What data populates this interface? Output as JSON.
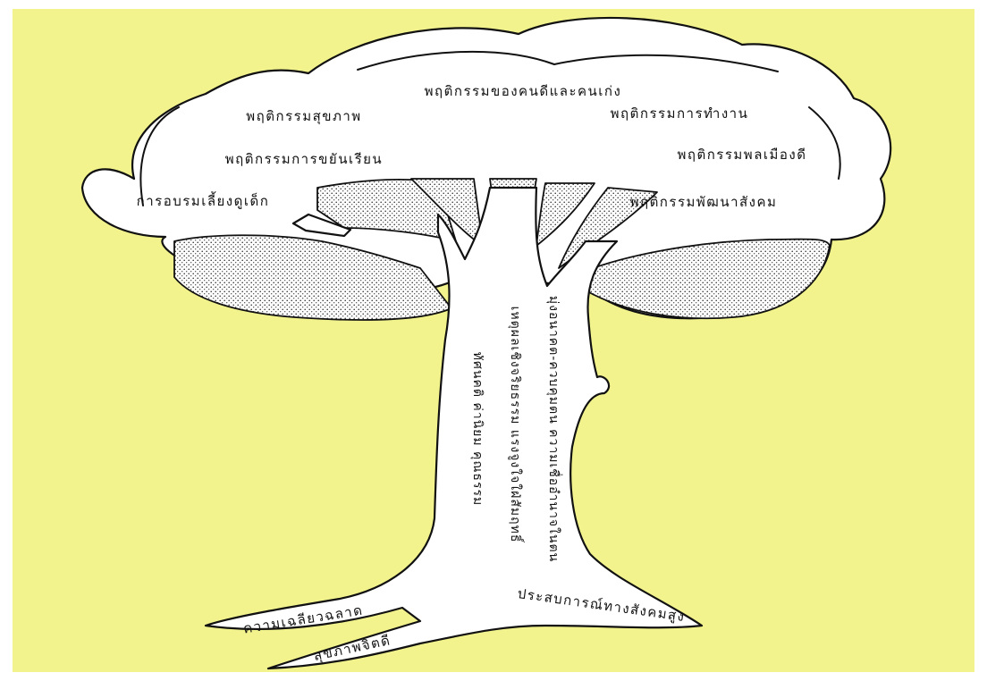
{
  "colors": {
    "background": "#f2f38d",
    "frame": "#ffffff",
    "ink": "#111111"
  },
  "canopy": {
    "top": "พฤติกรรมของคนดีและคนเก่ง",
    "left_1": "พฤติกรรมสุขภาพ",
    "left_2": "พฤติกรรมการขยันเรียน",
    "left_3": "การอบรมเลี้ยงดูเด็ก",
    "right_1": "พฤติกรรมการทำงาน",
    "right_2": "พฤติกรรมพลเมืองดี",
    "right_3": "พฤติกรรมพัฒนาสังคม"
  },
  "trunk": {
    "column_1": "ทัศนคติ ค่านิยม คุณธรรม",
    "column_2": "เหตุผลเชิงจริยธรรม แรงจูงใจใฝ่สัมฤทธิ์",
    "column_3": "มุ่งอนาคต-ควบคุมตน ความเชื่ออำนาจในตน"
  },
  "roots": {
    "left_upper": "ความเฉลียวฉลาด",
    "left_lower": "สุขภาพจิตดี",
    "right": "ประสบการณ์ทางสังคมสูง"
  }
}
